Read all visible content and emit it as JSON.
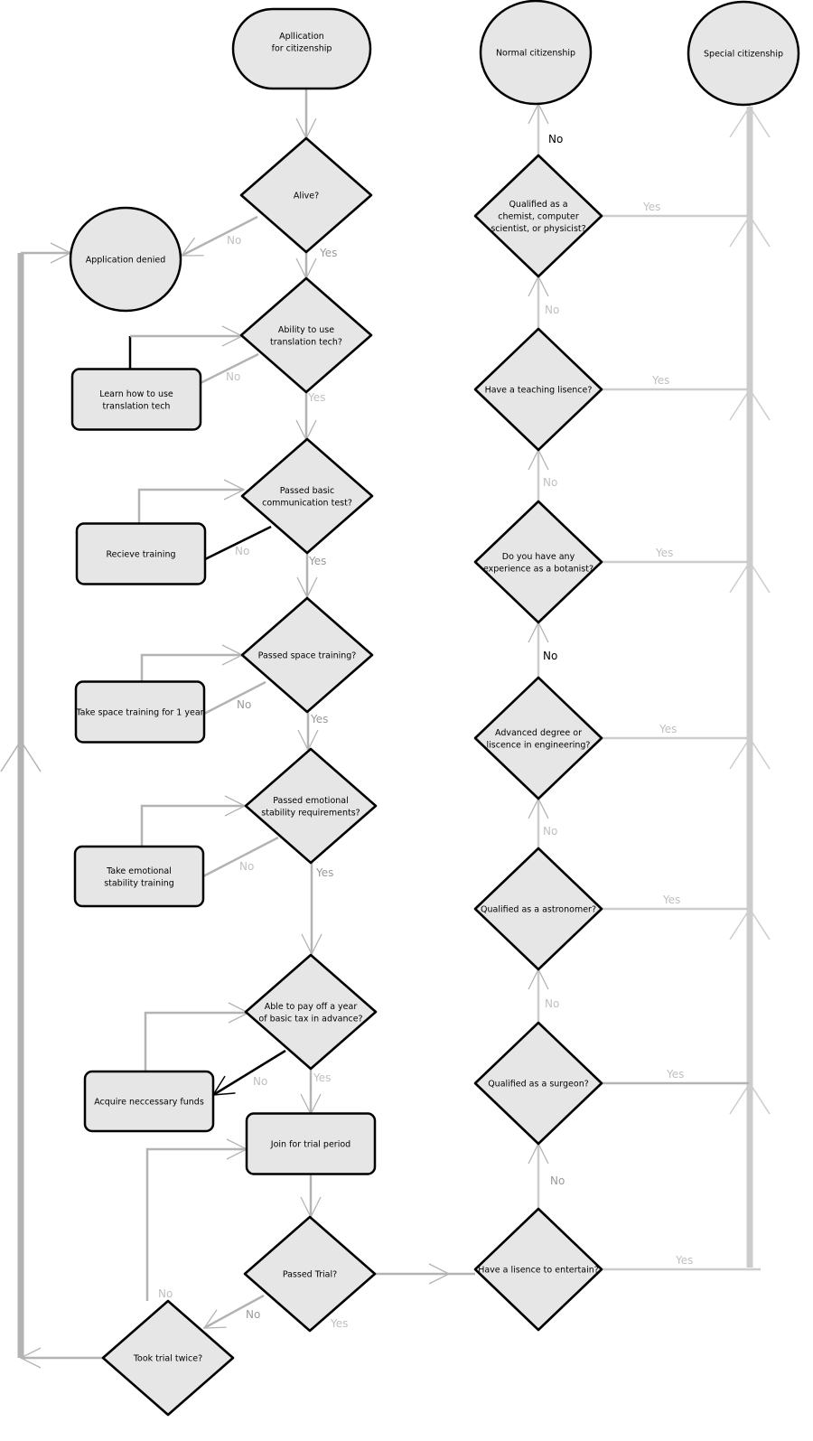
{
  "colors": {
    "node_fill": "#e6e6e6",
    "line": "#b3b3b3",
    "label": "#c0c0c0"
  },
  "nodes": {
    "start": [
      "Apllication",
      "for citizenship"
    ],
    "alive": [
      "Alive?"
    ],
    "denied": [
      "Application denied"
    ],
    "translation": [
      "Ability to use",
      "translation tech?"
    ],
    "learn": [
      "Learn how to use",
      "translation tech"
    ],
    "communication": [
      "Passed basic",
      "communication test?"
    ],
    "receive": [
      "Recieve training"
    ],
    "space": [
      "Passed space training?"
    ],
    "space_training": [
      "Take space training for 1 year"
    ],
    "emotional": [
      "Passed emotional",
      "stability requirements?"
    ],
    "emotional_training": [
      "Take emotional",
      "stability training"
    ],
    "tax": [
      "Able to pay off a year",
      "of  basic tax in advance?"
    ],
    "funds": [
      "Acquire neccessary funds"
    ],
    "join": [
      "Join for trial period"
    ],
    "trial": [
      "Passed Trial?"
    ],
    "twice": [
      "Took trial twice?"
    ],
    "normal": [
      "Normal citizenship"
    ],
    "special": [
      "Special citizenship"
    ],
    "chemist": [
      "Qualified as a",
      "chemist, computer",
      "scientist, or physicist?"
    ],
    "teaching": [
      "Have a teaching lisence?"
    ],
    "botanist": [
      "Do you have any",
      "experience as a botanist?"
    ],
    "engineering": [
      "Advanced degree or",
      "liscence in engineering?"
    ],
    "astronomer": [
      "Qualified as a astronomer?"
    ],
    "surgeon": [
      "Qualified as a surgeon?"
    ],
    "entertain": [
      "Have a lisence to entertain?"
    ]
  },
  "labels": {
    "yes": "Yes",
    "no": "No"
  }
}
